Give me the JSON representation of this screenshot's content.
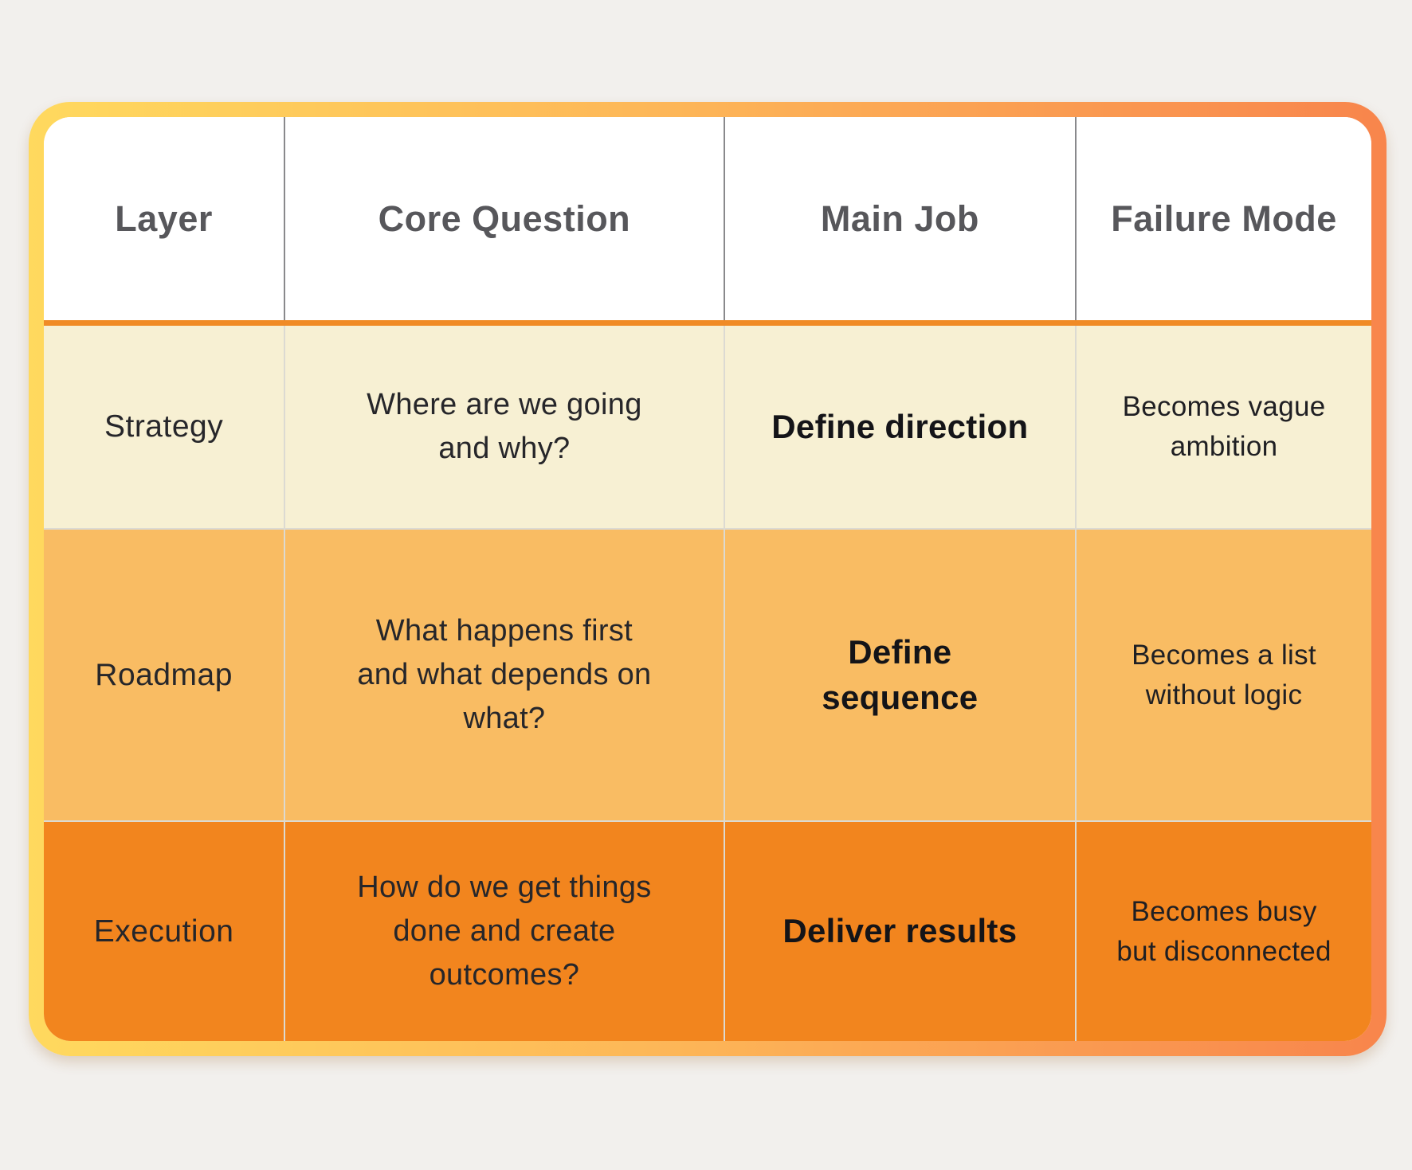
{
  "styles": {
    "page_background": "#f2f0ed",
    "border_gradient": [
      "#ffd95e",
      "#fdb457",
      "#f8854c"
    ],
    "header_divider_color": "#f08b26",
    "header_text_color": "#57575b",
    "body_text_color": "#26262a"
  },
  "chart_data": {
    "type": "table",
    "columns": [
      "Layer",
      "Core Question",
      "Main Job",
      "Failure Mode"
    ],
    "rows": [
      {
        "layer": "Strategy",
        "core_question": "Where are we going\nand why?",
        "main_job": "Define direction",
        "failure_mode": "Becomes vague\nambition",
        "row_color": "#f7f0d3"
      },
      {
        "layer": "Roadmap",
        "core_question": "What happens first\nand what depends on\nwhat?",
        "main_job": "Define\nsequence",
        "failure_mode": "Becomes a list\nwithout logic",
        "row_color": "#f9bc63"
      },
      {
        "layer": "Execution",
        "core_question": "How do we get things\ndone and create\noutcomes?",
        "main_job": "Deliver results",
        "failure_mode": "Becomes busy\nbut disconnected",
        "row_color": "#f2851e"
      }
    ]
  }
}
